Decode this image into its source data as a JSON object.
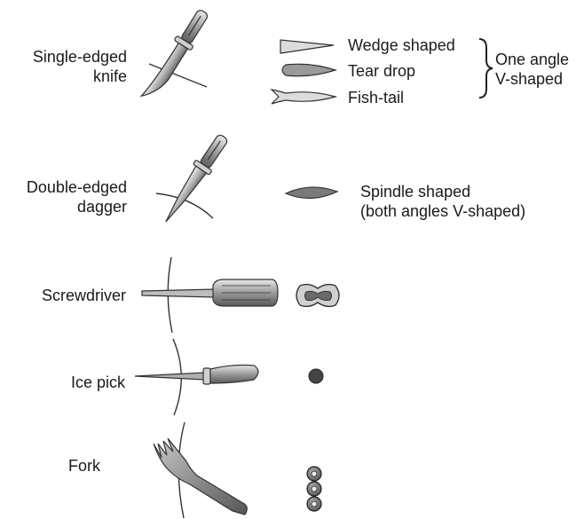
{
  "rows": {
    "single_edged_knife": {
      "label_line1": "Single-edged",
      "label_line2": "knife",
      "shapes": [
        "Wedge shaped",
        "Tear drop",
        "Fish-tail"
      ],
      "group_label_line1": "One angle",
      "group_label_line2": "V-shaped"
    },
    "double_edged_dagger": {
      "label_line1": "Double-edged",
      "label_line2": "dagger",
      "shape_line1": "Spindle shaped",
      "shape_line2": "(both angles V-shaped)"
    },
    "screwdriver": {
      "label": "Screwdriver"
    },
    "ice_pick": {
      "label": "Ice pick"
    },
    "fork": {
      "label": "Fork"
    }
  },
  "colors": {
    "outline": "#333333",
    "light_fill": "#d9d9d9",
    "mid_fill": "#9a9a9a",
    "dark_fill": "#555555"
  }
}
